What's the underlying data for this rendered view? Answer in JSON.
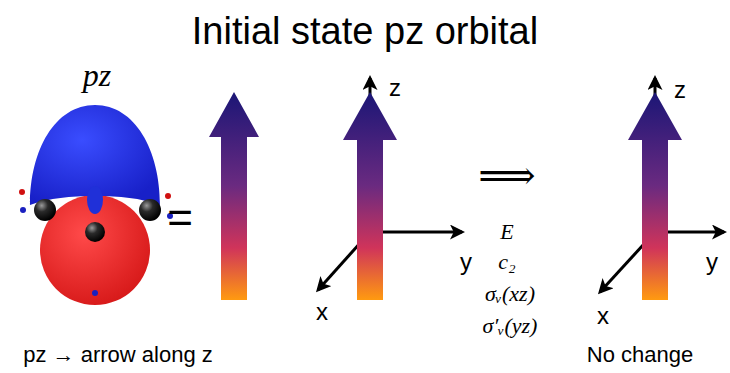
{
  "diagram": {
    "title": "Initial state pz orbital",
    "labels": [
      "pz",
      "=",
      "z",
      "y",
      "x",
      "⟹",
      "E",
      "c₂",
      "σᵥ(xz)",
      "σ′ᵥ(yz)",
      "z",
      "y",
      "x",
      "pz → arrow along z",
      "No change"
    ]
  }
}
